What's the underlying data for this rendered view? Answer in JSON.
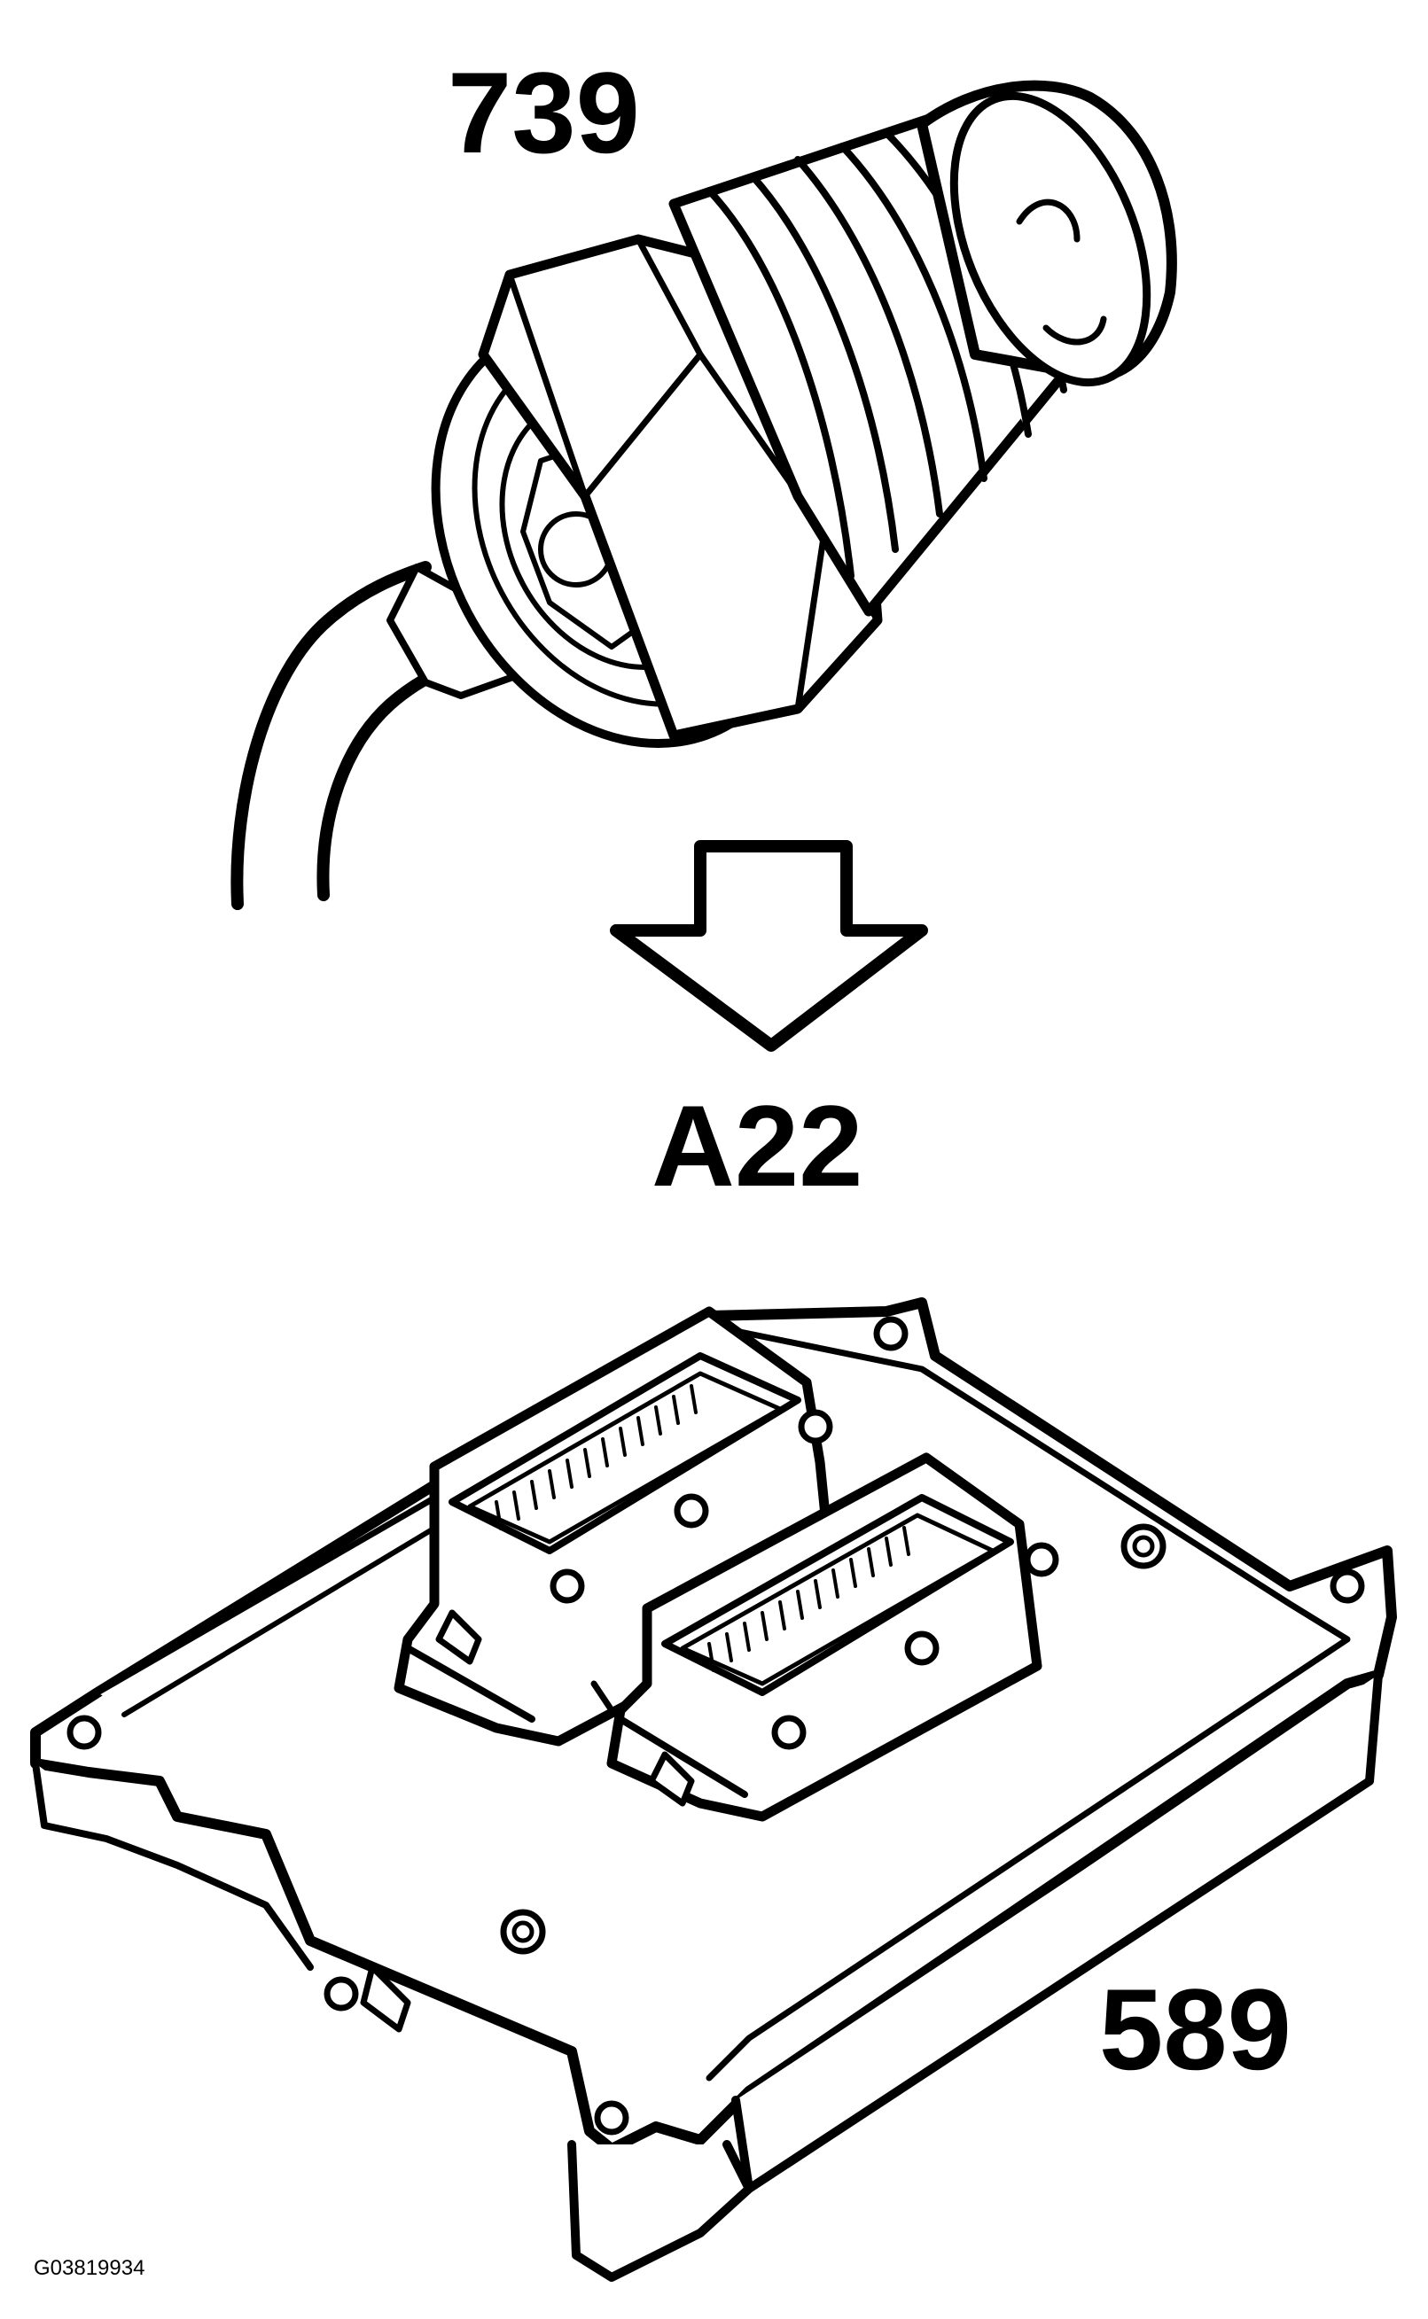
{
  "callouts": {
    "sensor_number": "739",
    "connection_label": "A22",
    "module_number": "589"
  },
  "figure_code": "G03819934",
  "colors": {
    "line": "#000000",
    "background": "#ffffff"
  },
  "icons": {
    "arrow": "arrow-down-icon"
  }
}
